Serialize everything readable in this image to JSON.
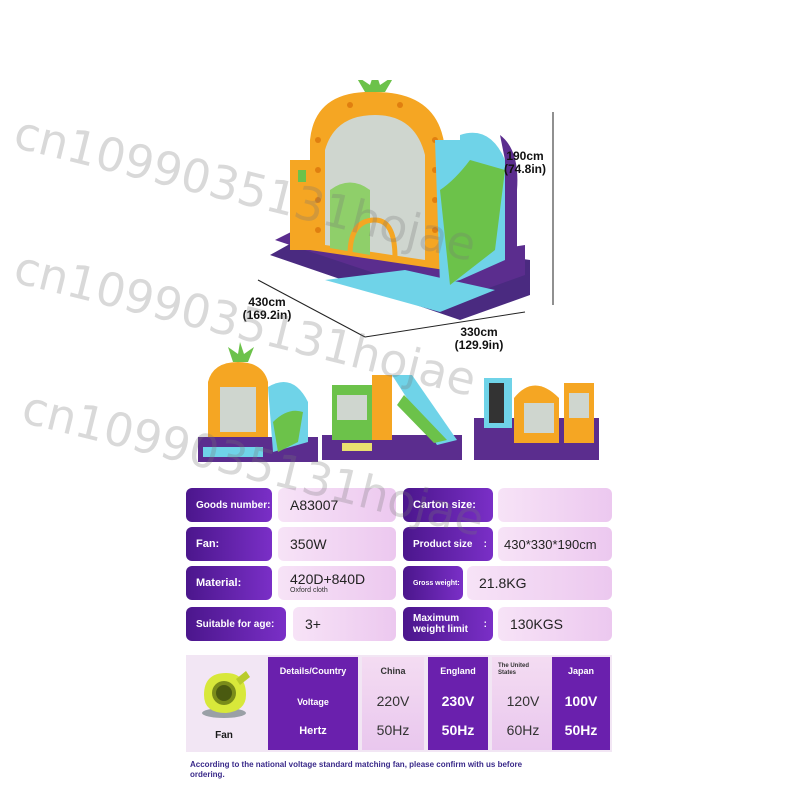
{
  "dimensions": {
    "height_cm": "190cm",
    "height_in": "(74.8in)",
    "length_cm": "430cm",
    "length_in": "(169.2in)",
    "width_cm": "330cm",
    "width_in": "(129.9in)"
  },
  "specs": {
    "goods_number_label": "Goods number:",
    "goods_number_value": "A83007",
    "carton_size_label": "Carton size:",
    "carton_size_value": "",
    "fan_label": "Fan:",
    "fan_value": "350W",
    "product_size_label": "Product size",
    "product_size_colon": ":",
    "product_size_value": "430*330*190cm",
    "material_label": "Material:",
    "material_value": "420D+840D",
    "material_sub": "Oxford cloth",
    "gross_weight_label": "Gross weight:",
    "gross_weight_value": "21.8KG",
    "age_label": "Suitable for age:",
    "age_value": "3+",
    "max_weight_label_1": "Maximum",
    "max_weight_label_2": "weight limit",
    "max_weight_colon": ":",
    "max_weight_value": "130KGS"
  },
  "voltage_table": {
    "fan_caption": "Fan",
    "row_header": "Details/Country",
    "row_labels": [
      "Voltage",
      "Hertz"
    ],
    "countries": [
      {
        "name": "China",
        "voltage": "220V",
        "hertz": "50Hz"
      },
      {
        "name": "England",
        "voltage": "230V",
        "hertz": "50Hz"
      },
      {
        "name": "The United States",
        "voltage": "120V",
        "hertz": "60Hz"
      },
      {
        "name": "Japan",
        "voltage": "100V",
        "hertz": "50Hz"
      }
    ]
  },
  "note": "According to the national voltage standard matching fan, please confirm with us before ordering.",
  "watermark": "cn1099035131hojae",
  "colors": {
    "label_purple": "#5a1ea3",
    "value_pink": "#efd2f0",
    "pineapple_orange": "#f5a623",
    "inflatable_purple": "#5b2d8e",
    "slide_blue": "#6fd3e8",
    "slide_green": "#6cc24a"
  }
}
